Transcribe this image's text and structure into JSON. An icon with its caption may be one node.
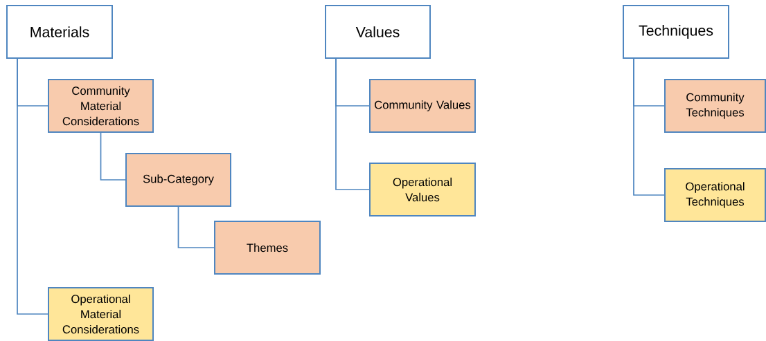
{
  "diagram": {
    "nodes": [
      {
        "text": [
          "Materials"
        ]
      },
      {
        "text": [
          "Community Material Considerations"
        ]
      },
      {
        "text": [
          "Sub-Category"
        ]
      },
      {
        "text": [
          "Themes"
        ]
      },
      {
        "text": [
          "Operational Material Considerations"
        ]
      },
      {
        "text": [
          "Values"
        ]
      },
      {
        "text": [
          "Community Values"
        ]
      },
      {
        "text": [
          "Operational Values"
        ]
      },
      {
        "text": [
          "Techniques"
        ]
      },
      {
        "text": [
          "Community Techniques"
        ]
      },
      {
        "text": [
          "Operational Techniques"
        ]
      }
    ],
    "edges": [
      {
        "from": 0,
        "to": 1,
        "arrow": "none"
      },
      {
        "from": 1,
        "to": 2,
        "arrow": "none"
      },
      {
        "from": 2,
        "to": 3,
        "arrow": "none"
      },
      {
        "from": 0,
        "to": 4,
        "arrow": "none"
      },
      {
        "from": 5,
        "to": 6,
        "arrow": "none"
      },
      {
        "from": 5,
        "to": 7,
        "arrow": "none"
      },
      {
        "from": 8,
        "to": 9,
        "arrow": "none"
      },
      {
        "from": 8,
        "to": 10,
        "arrow": "none"
      }
    ]
  }
}
